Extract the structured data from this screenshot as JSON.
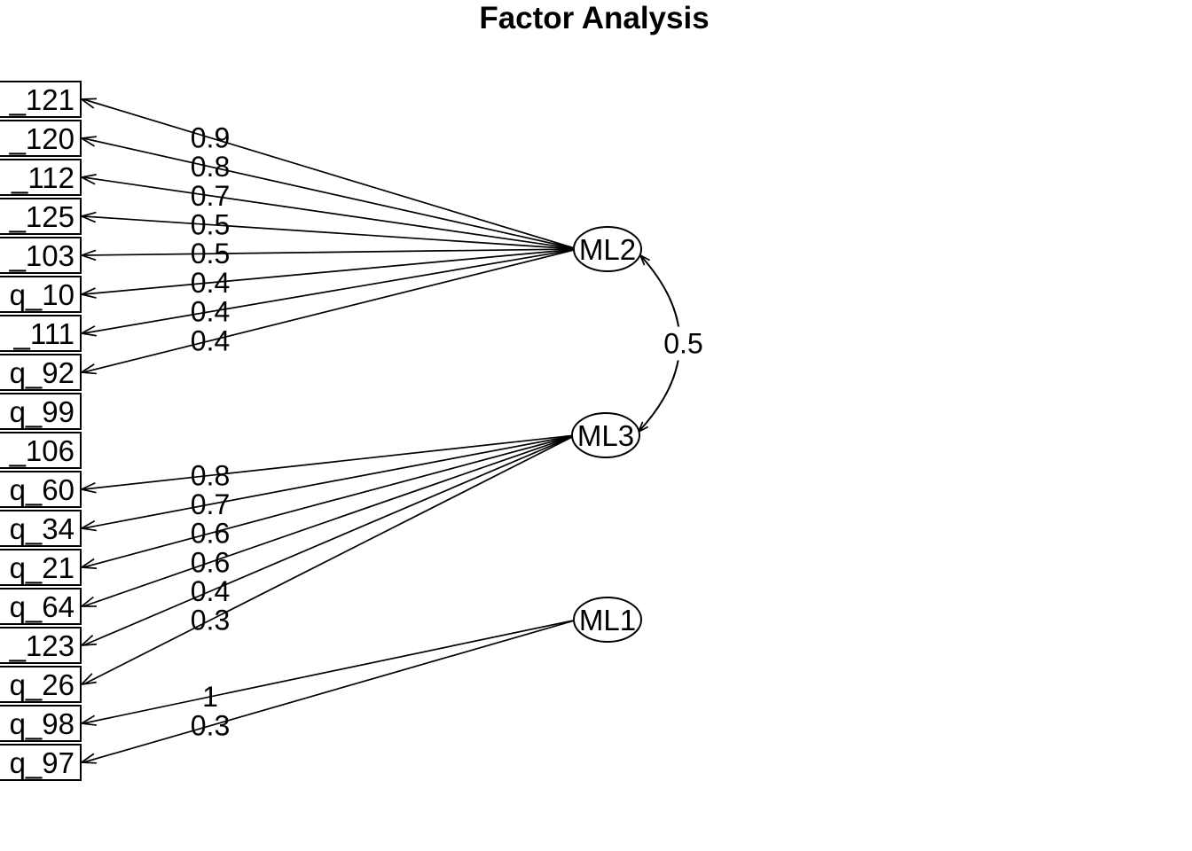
{
  "title": "Factor Analysis",
  "diagram": {
    "variables": [
      "_121",
      "_120",
      "_112",
      "_125",
      "_103",
      "q_10",
      "_111",
      "q_92",
      "q_99",
      "_106",
      "q_60",
      "q_34",
      "q_21",
      "q_64",
      "_123",
      "q_26",
      "q_98",
      "q_97"
    ],
    "factors": [
      {
        "name": "ML2",
        "loadings": [
          {
            "variable": "_121",
            "value": "0.9"
          },
          {
            "variable": "_120",
            "value": "0.8"
          },
          {
            "variable": "_112",
            "value": "0.7"
          },
          {
            "variable": "_125",
            "value": "0.5"
          },
          {
            "variable": "_103",
            "value": "0.5"
          },
          {
            "variable": "q_10",
            "value": "0.4"
          },
          {
            "variable": "_111",
            "value": "0.4"
          },
          {
            "variable": "q_92",
            "value": "0.4"
          }
        ]
      },
      {
        "name": "ML3",
        "loadings": [
          {
            "variable": "q_60",
            "value": "0.8"
          },
          {
            "variable": "q_34",
            "value": "0.7"
          },
          {
            "variable": "q_21",
            "value": "0.6"
          },
          {
            "variable": "q_64",
            "value": "0.6"
          },
          {
            "variable": "_123",
            "value": "0.4"
          },
          {
            "variable": "q_26",
            "value": "0.3"
          }
        ]
      },
      {
        "name": "ML1",
        "loadings": [
          {
            "variable": "q_98",
            "value": "1"
          },
          {
            "variable": "q_97",
            "value": "0.3"
          }
        ]
      }
    ],
    "correlations": [
      {
        "from": "ML2",
        "to": "ML3",
        "value": "0.5"
      }
    ]
  },
  "colors": {
    "ink": "#000000",
    "background": "#ffffff"
  }
}
